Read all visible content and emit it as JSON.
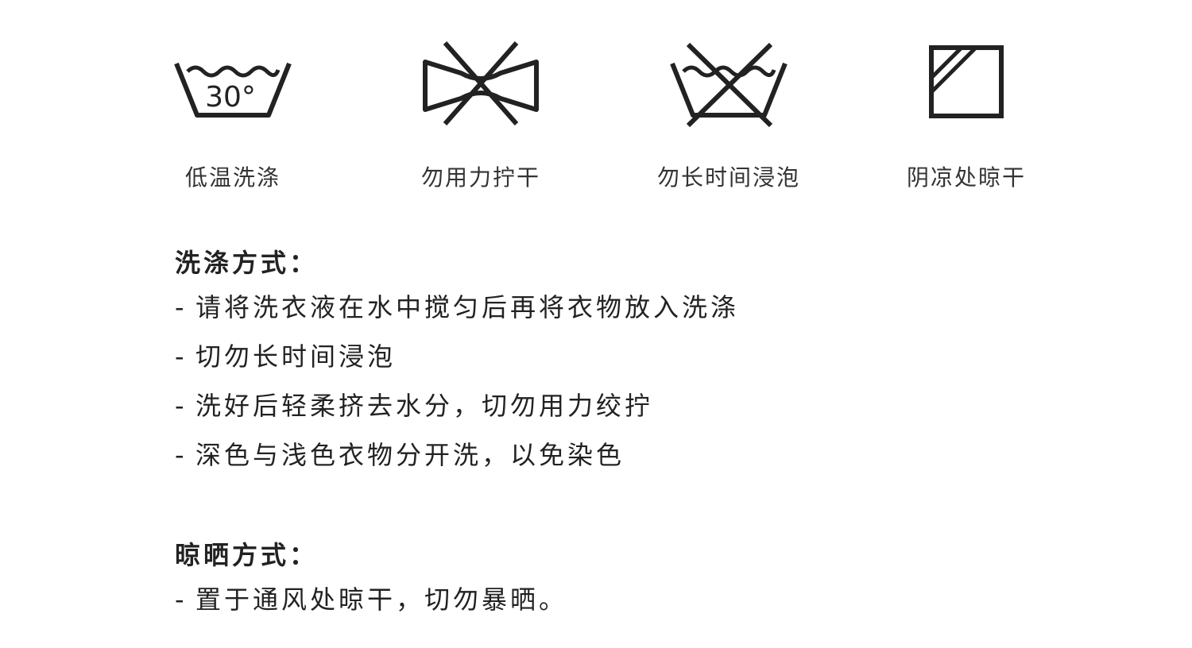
{
  "care_icons": [
    {
      "icon": "wash-30-icon",
      "label": "低温洗涤",
      "temperature": "30°"
    },
    {
      "icon": "no-wring-icon",
      "label": "勿用力拧干"
    },
    {
      "icon": "no-soak-icon",
      "label": "勿长时间浸泡"
    },
    {
      "icon": "shade-dry-icon",
      "label": "阴凉处晾干"
    }
  ],
  "washing": {
    "title": "洗涤方式：",
    "items": [
      "请将洗衣液在水中搅匀后再将衣物放入洗涤",
      "切勿长时间浸泡",
      "洗好后轻柔挤去水分，切勿用力绞拧",
      "深色与浅色衣物分开洗，以免染色"
    ]
  },
  "drying": {
    "title": "晾晒方式：",
    "items": [
      "置于通风处晾干，切勿暴晒。"
    ]
  },
  "list_prefix": "-",
  "colors": {
    "icon_stroke": "#222222",
    "text": "#222222",
    "background": "#ffffff"
  }
}
